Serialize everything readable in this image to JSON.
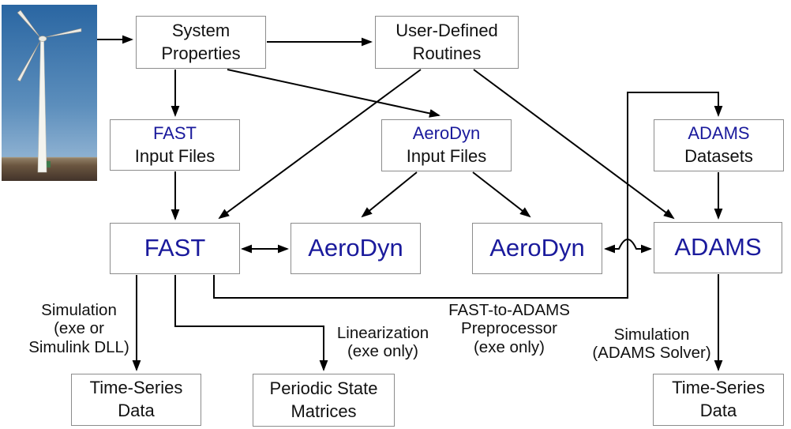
{
  "diagram": {
    "photo": {
      "name": "wind-turbine-photo"
    },
    "colors": {
      "program_name_text": "#1a1a9c",
      "body_text": "#111111",
      "box_border": "#8c8c8c",
      "arrow": "#000000"
    },
    "nodes": {
      "system_properties": {
        "line1": "System",
        "line2": "Properties"
      },
      "user_defined_routines": {
        "line1": "User-Defined",
        "line2": "Routines"
      },
      "fast_input_files": {
        "line1": "FAST",
        "line2": "Input Files"
      },
      "aerodyn_input_files": {
        "line1": "AeroDyn",
        "line2": "Input Files"
      },
      "adams_datasets": {
        "line1": "ADAMS",
        "line2": "Datasets"
      },
      "fast": {
        "label": "FAST"
      },
      "aerodyn_left": {
        "label": "AeroDyn"
      },
      "aerodyn_right": {
        "label": "AeroDyn"
      },
      "adams": {
        "label": "ADAMS"
      },
      "time_series_data_left": {
        "line1": "Time-Series",
        "line2": "Data"
      },
      "periodic_state_matrices": {
        "line1": "Periodic State",
        "line2": "Matrices"
      },
      "time_series_data_right": {
        "line1": "Time-Series",
        "line2": "Data"
      }
    },
    "edge_labels": {
      "simulation_exe": {
        "line1": "Simulation",
        "line2": "(exe or",
        "line3": "Simulink DLL)"
      },
      "linearization": {
        "line1": "Linearization",
        "line2": "(exe only)"
      },
      "fast_to_adams": {
        "line1": "FAST-to-ADAMS",
        "line2": "Preprocessor",
        "line3": "(exe only)"
      },
      "simulation_adams": {
        "line1": "Simulation",
        "line2": "(ADAMS Solver)"
      }
    }
  }
}
